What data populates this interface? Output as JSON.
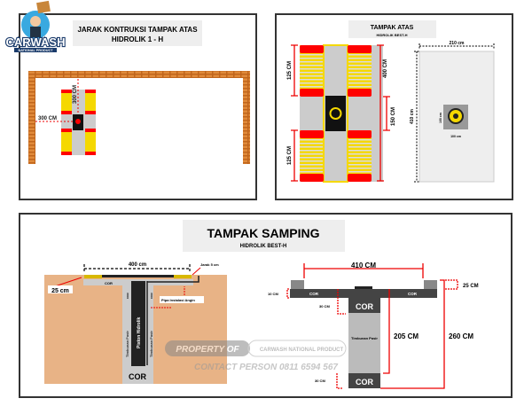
{
  "logo": {
    "brand": "CARWASH",
    "sub": "NATIONAL PRODUCT"
  },
  "panel1": {
    "title1": "JARAK KONTRUKSI TAMPAK ATAS",
    "title2": "HIDROLIK 1 - H",
    "dim_vertical": "300 CM",
    "dim_horizontal": "300 CM"
  },
  "panel2": {
    "title": "TAMPAK ATAS",
    "subtitle": "HIDROLIK BEST-H",
    "dim_top": "125 CM",
    "dim_bottom": "125 CM",
    "dim_total": "400 CM",
    "dim_mid": "150 CM",
    "pit_width": "210 cm",
    "pit_length": "410 cm",
    "base_h": "100 cm",
    "base_w": "100 cm"
  },
  "panel3": {
    "title": "TAMPAK SAMPING",
    "subtitle": "HIDROLIK BEST-H",
    "left": {
      "dim_width": "400 cm",
      "jarak": "Jarak 5 cm",
      "dim_25": "25 cm",
      "cor_top": "COR",
      "cor_left": "COR",
      "cor_right": "COR",
      "pipa": "Pipa Instalasi Angin",
      "piston": "Piston Hidrolik",
      "timbunan_l": "Timbunan Pasir",
      "timbunan_r": "Timbunan Pasir",
      "cor_bottom": "COR"
    },
    "right": {
      "dim_width": "410 CM",
      "dim_25": "25 CM",
      "dim_10": "10 CM",
      "cor_l": "COR",
      "cor_r": "COR",
      "cor_top": "COR",
      "dim_30a": "30 CM",
      "timbunan": "Timbunan Pasir",
      "dim_205": "205 CM",
      "dim_260": "260 CM",
      "dim_30b": "30 CM",
      "cor_bottom": "COR"
    }
  },
  "watermark": {
    "property": "PROPERTY OF",
    "company": "CARWASH NATIONAL PRODUCT",
    "contact": "CONTACT PERSON 0811 6594 567"
  }
}
